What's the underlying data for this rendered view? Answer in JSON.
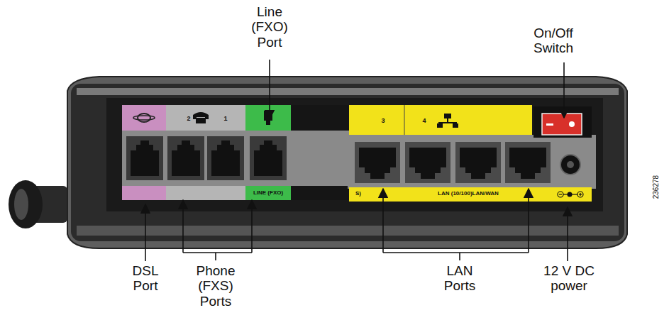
{
  "diagram": {
    "labels": [
      "Line (FXO) Port",
      "On/Off Switch",
      "2",
      "1",
      "3",
      "4",
      "LINE (FXO)",
      "S)",
      "LAN (10/100)LAN/WAN",
      "DSL Port",
      "Phone (FXS) Ports",
      "LAN Ports",
      "12 V DC power",
      "236278"
    ]
  }
}
